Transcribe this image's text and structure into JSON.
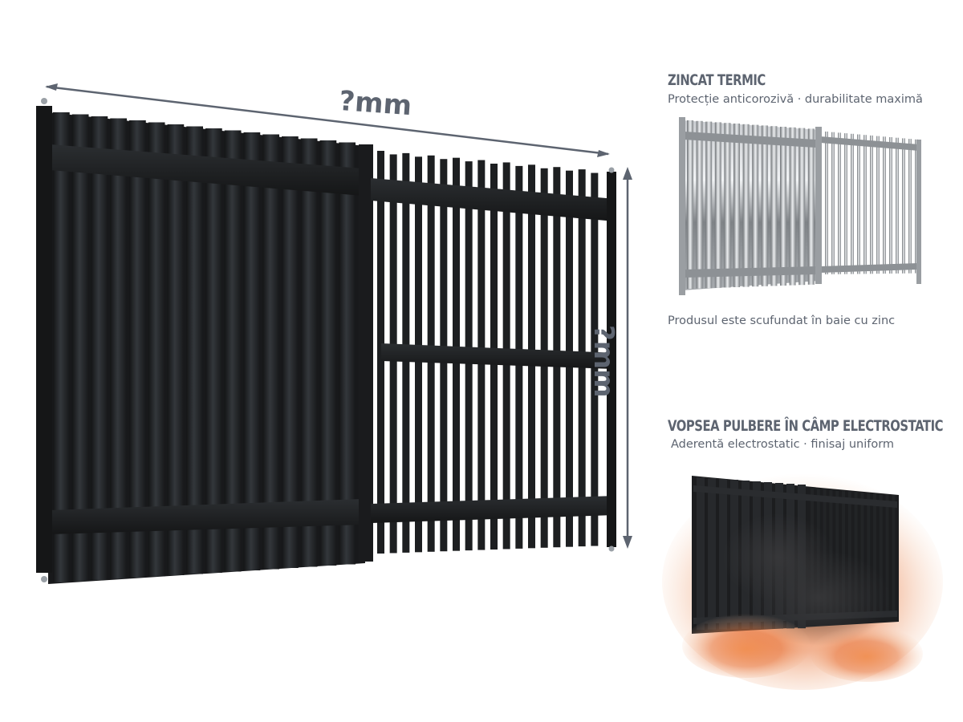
{
  "dimensions": {
    "width_label": "?mm",
    "height_label": "?mm"
  },
  "features": [
    {
      "title": "ZINCAT TERMIC",
      "subtitle": "Protecție anticorozivă · durabilitate maximă",
      "caption": "Produsul este scufundat în baie cu zinc"
    },
    {
      "title": "VOPSEA PULBERE ÎN CÂMP ELECTROSTATIC",
      "subtitle": "Aderentă electrostatic · finisaj uniform"
    }
  ],
  "colors": {
    "text": "#5d6470",
    "gate": "#1e2022",
    "gate_highlight": "#2f3236",
    "zinc_light": "#e6e8ea",
    "zinc_dark": "#6f7377",
    "fire": "#e8763c"
  },
  "icons": [
    "width-dimension-arrow-icon",
    "height-dimension-arrow-icon"
  ]
}
